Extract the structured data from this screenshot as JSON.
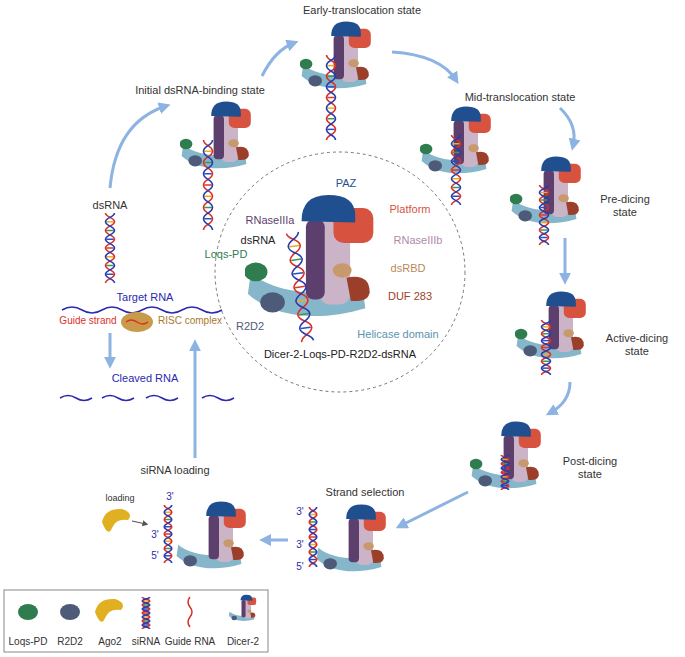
{
  "diagram": {
    "labels": [
      "Early-translocation state",
      "Initial dsRNA-binding state",
      "Mid-translocation state",
      "dsRNA",
      "PAZ",
      "Platform",
      "RNaseIIIa",
      "Pre-dicing state",
      "dsRNA",
      "RNaseIIIb",
      "Loqs-PD",
      "dsRBD",
      "DUF 283",
      "Target RNA",
      "Guide strand",
      "RISC complex",
      "R2D2",
      "Helicase domain",
      "Active-dicing state",
      "Dicer-2-Loqs-PD-R2D2-dsRNA",
      "Cleaved RNA",
      "Post-dicing state",
      "siRNA loading",
      "Strand selection",
      "loading",
      "3'",
      "3'",
      "3'",
      "3'",
      "5'",
      "5'"
    ],
    "legend": [
      {
        "text": "Loqs-PD"
      },
      {
        "text": "R2D2"
      },
      {
        "text": "Ago2"
      },
      {
        "text": "siRNA"
      },
      {
        "text": "Guide RNA"
      },
      {
        "text": "Dicer-2"
      }
    ]
  }
}
